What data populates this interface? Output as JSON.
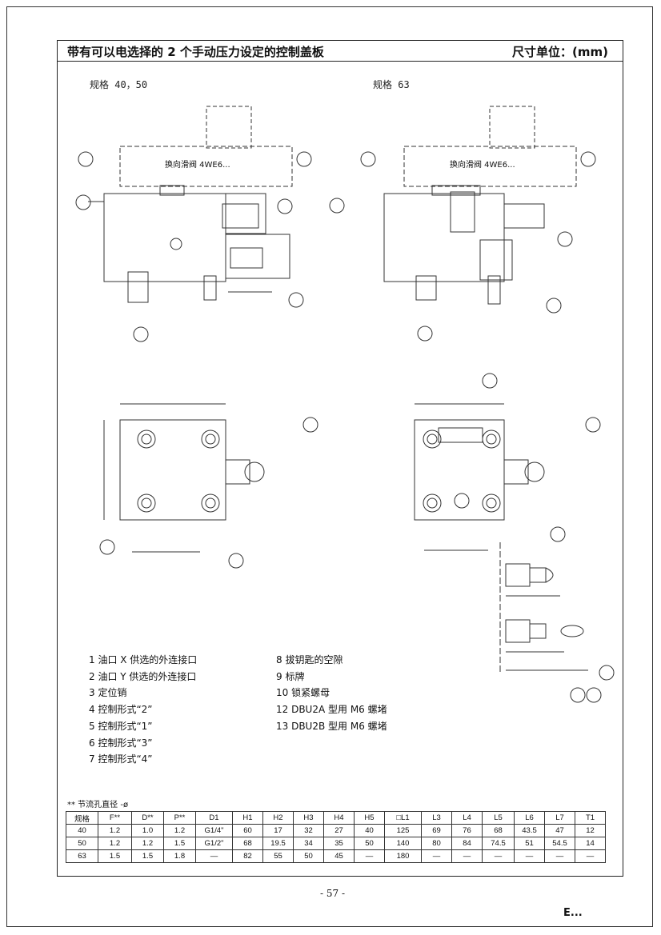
{
  "header": {
    "title": "带有可以电选择的 2 个手动压力设定的控制盖板",
    "units": "尺寸单位：(mm)"
  },
  "views": {
    "size_left": "规格 40，50",
    "size_right": "规格 63",
    "valve_left": "换向滑阀 4WE6...",
    "valve_right": "换向滑阀 4WE6..."
  },
  "legend": {
    "left": [
      "1 油口 X 供选的外连接口",
      "2 油口 Y 供选的外连接口",
      "3 定位销",
      "4 控制形式“2”",
      "5 控制形式“1”",
      "6 控制形式“3”",
      "7 控制形式“4”"
    ],
    "right": [
      "8 拔钥匙的空隙",
      "9 标牌",
      "10 锁紧螺母",
      "12 DBU2A 型用 M6 螺堵",
      "13 DBU2B 型用 M6 螺堵"
    ]
  },
  "table": {
    "note": "** 节流孔直径 -ø",
    "headers": [
      "规格",
      "F**",
      "D**",
      "P**",
      "D1",
      "H1",
      "H2",
      "H3",
      "H4",
      "H5",
      "□L1",
      "L3",
      "L4",
      "L5",
      "L6",
      "L7",
      "T1"
    ],
    "rows": [
      [
        "40",
        "1.2",
        "1.0",
        "1.2",
        "G1/4\"",
        "60",
        "17",
        "32",
        "27",
        "40",
        "125",
        "69",
        "76",
        "68",
        "43.5",
        "47",
        "12"
      ],
      [
        "50",
        "1.2",
        "1.2",
        "1.5",
        "G1/2\"",
        "68",
        "19.5",
        "34",
        "35",
        "50",
        "140",
        "80",
        "84",
        "74.5",
        "51",
        "54.5",
        "14"
      ],
      [
        "63",
        "1.5",
        "1.5",
        "1.8",
        "—",
        "82",
        "55",
        "50",
        "45",
        "—",
        "180",
        "—",
        "—",
        "—",
        "—",
        "—",
        "—"
      ]
    ]
  },
  "footer": {
    "page": "- 57 -",
    "logo": "E..."
  }
}
